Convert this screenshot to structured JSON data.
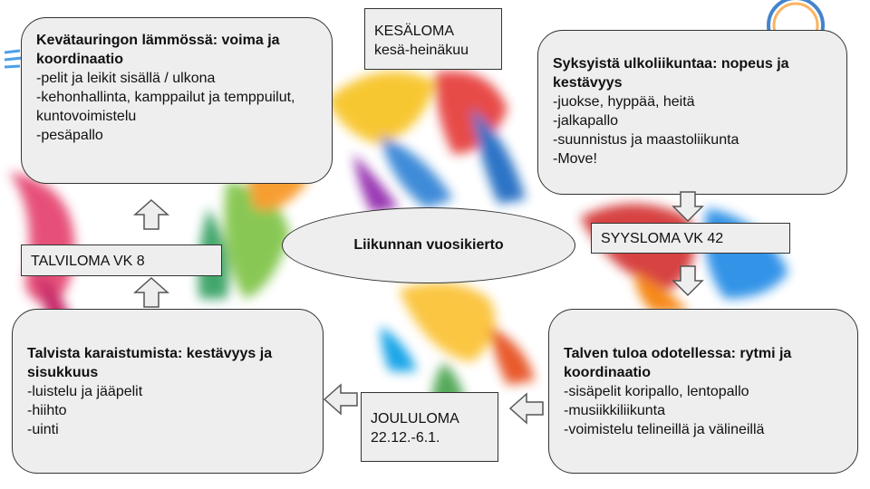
{
  "center": {
    "title": "Liikunnan vuosikierto"
  },
  "seasons": {
    "spring": {
      "title": "Kevätauringon lämmössä: voima ja koordinaatio",
      "items": [
        "-pelit ja leikit sisällä / ulkona",
        "-kehonhallinta, kamppailut ja temppuilut, kuntovoimistelu",
        "-pesäpallo"
      ]
    },
    "autumn": {
      "title": "Syksyistä ulkoliikuntaa: nopeus ja kestävyys",
      "items": [
        "-juokse, hyppää, heitä",
        "-jalkapallo",
        "-suunnistus ja maastoliikunta",
        "-Move!"
      ]
    },
    "early_winter": {
      "title": "Talven tuloa odotellessa: rytmi ja koordinaatio",
      "items": [
        "-sisäpelit koripallo, lentopallo",
        "-musiikkiliikunta",
        "-voimistelu telineillä ja välineillä"
      ]
    },
    "winter": {
      "title": "Talvista karaistumista: kestävyys ja sisukkuus",
      "items": [
        "-luistelu ja jääpelit",
        "-hiihto",
        "-uinti"
      ]
    }
  },
  "holidays": {
    "summer": {
      "name": "KESÄLOMA",
      "date": "kesä-heinäkuu"
    },
    "autumn": {
      "name": "SYYSLOMA VK 42"
    },
    "christmas": {
      "name": "JOULULOMA",
      "date": "22.12.-6.1."
    },
    "winter": {
      "name": "TALVILOMA VK 8"
    }
  },
  "colors": {
    "box_fill": "#eeeeee",
    "border": "#333333"
  }
}
